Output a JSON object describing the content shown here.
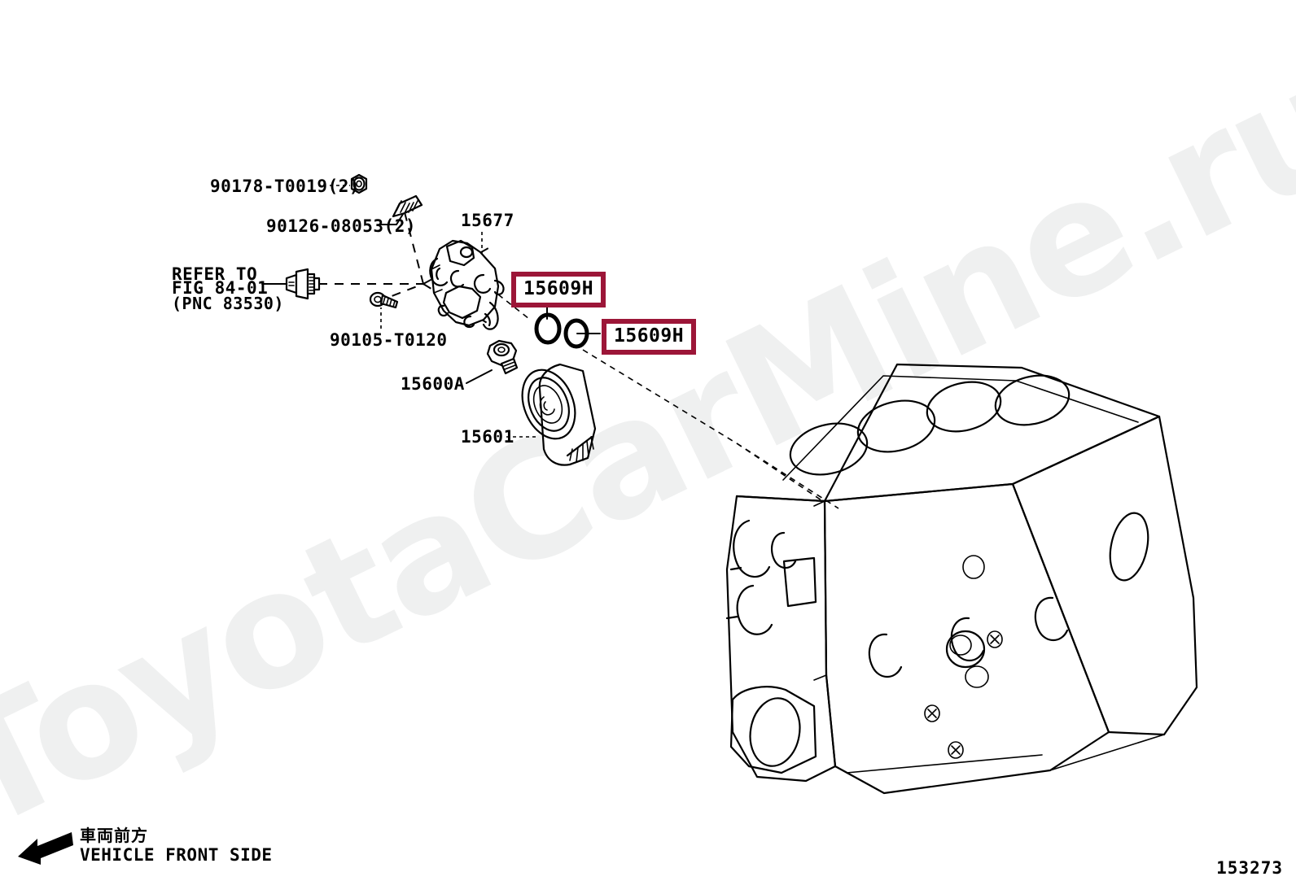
{
  "diagram": {
    "figure_number": "153273",
    "watermark": "ToyotaCarMine.ru",
    "highlight_color": "#9c1638",
    "line_color": "#000000",
    "background": "#ffffff"
  },
  "front_side": {
    "japanese": "車両前方",
    "english": "VEHICLE FRONT SIDE",
    "arrow": "arrow-left-icon"
  },
  "labels": [
    {
      "id": "nut",
      "text": "90178-T0019(2)"
    },
    {
      "id": "stud_bolt",
      "text": "90126-08053(2)"
    },
    {
      "id": "bracket",
      "text": "15677"
    },
    {
      "id": "refer_line1",
      "text": "REFER TO"
    },
    {
      "id": "refer_line2",
      "text": "FIG 84-01"
    },
    {
      "id": "refer_line3",
      "text": "(PNC 83530)"
    },
    {
      "id": "bolt",
      "text": "90105-T0120"
    },
    {
      "id": "drain_plug",
      "text": "15600A"
    },
    {
      "id": "oil_filter",
      "text": "15601"
    }
  ],
  "highlighted": [
    {
      "id": "oring_upper",
      "text": "15609H"
    },
    {
      "id": "oring_lower",
      "text": "15609H"
    }
  ]
}
